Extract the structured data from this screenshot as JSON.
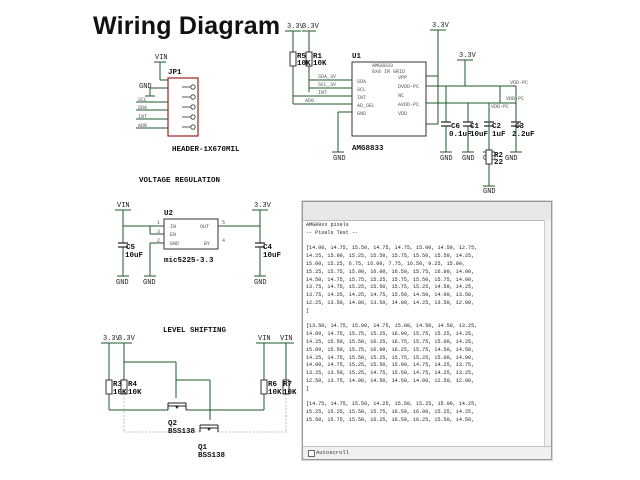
{
  "title": "Wiring Diagram",
  "sections": {
    "voltage_regulation": "VOLTAGE REGULATION",
    "level_shifting": "LEVEL SHIFTING"
  },
  "header": {
    "ref": "JP1",
    "part": "HEADER-1X670MIL",
    "vin": "VIN",
    "gnd": "GND",
    "pins": [
      "SCL",
      "SDA",
      "INT",
      "ADR"
    ]
  },
  "sensor": {
    "ref": "U1",
    "part": "AMG8833",
    "chip_name": "AMG8833",
    "chip_sub": "8x8 IR GRID",
    "left_pins": [
      "SDA",
      "SCL",
      "INT",
      "AD_SEL",
      "GND"
    ],
    "right_pins": [
      "VPP",
      "DVDD-PC",
      "NC",
      "AVDD-PC",
      "VDD"
    ],
    "left_nets": [
      "SDA_3V",
      "SCL_3V",
      "INT",
      "AD0"
    ],
    "supply_top": "3.3V",
    "gnd": "GND",
    "vdd_pc_1": "VDD-PC",
    "vdd_pc_2": "VDD-PC"
  },
  "pullups": [
    {
      "ref": "R5",
      "value": "10K",
      "rail": "3.3V"
    },
    {
      "ref": "R1",
      "value": "10K",
      "rail": "3.3V"
    }
  ],
  "decoupling": [
    {
      "ref": "C6",
      "value": "0.1uF",
      "gnd": "GND"
    },
    {
      "ref": "C1",
      "value": "10uF",
      "gnd": "GND"
    },
    {
      "ref": "C2",
      "value": "1uF",
      "gnd": "GND"
    },
    {
      "ref": "C3",
      "value": "2.2uF",
      "gnd": "GND"
    }
  ],
  "r2": {
    "ref": "R2",
    "value": "22",
    "rail": "3.3V",
    "gnd": "GND"
  },
  "regulator": {
    "ref": "U2",
    "part": "mic5225-3.3",
    "pins_left": [
      "IN",
      "EN",
      "GND"
    ],
    "pins_right": [
      "OUT",
      "BY"
    ],
    "pin_nums": [
      "1",
      "3",
      "2",
      "5",
      "4"
    ],
    "vin": "VIN",
    "vout": "3.3V",
    "c_in": {
      "ref": "C5",
      "value": "10uF"
    },
    "c_out": {
      "ref": "C4",
      "value": "10uF"
    },
    "gnd": "GND"
  },
  "level_shift": {
    "left_rails": [
      "3.3V",
      "3.3V"
    ],
    "right_rails": [
      "VIN",
      "VIN"
    ],
    "r_left": [
      {
        "ref": "R3",
        "value": "10K"
      },
      {
        "ref": "R4",
        "value": "10K"
      }
    ],
    "r_right": [
      {
        "ref": "R6",
        "value": "10K"
      },
      {
        "ref": "R7",
        "value": "10K"
      }
    ],
    "q2": {
      "ref": "Q2",
      "part": "BSS138"
    },
    "q1": {
      "ref": "Q1",
      "part": "BSS138"
    }
  },
  "monitor": {
    "lines": [
      "AMG88xx pixels",
      "-- Pixels Test --",
      "",
      "[14.00, 14.75, 15.50, 14.75, 14.75, 15.00, 14.50, 12.75,",
      "14.25, 15.00, 15.25, 15.50, 15.75, 15.50, 15.50, 14.25,",
      "15.00, 15.25, 6.75, 16.00, 7.75, 16.50, 9.25, 15.00,",
      "15.25, 15.75, 15.00, 16.00, 16.50, 15.75, 16.00, 14.00,",
      "14.50, 14.75, 15.75, 15.25, 15.75, 15.50, 15.75, 14.00,",
      "13.75, 14.75, 15.25, 15.50, 15.75, 15.25, 14.50, 14.25,",
      "13.75, 14.25, 14.25, 14.75, 15.50, 14.50, 14.00, 13.50,",
      "12.25, 13.50, 14.00, 13.50, 14.00, 14.25, 13.50, 12.00,",
      "]",
      "",
      "[13.50, 14.75, 15.00, 14.75, 15.00, 14.50, 14.50, 13.25,",
      "14.00, 14.75, 15.75, 15.25, 16.00, 15.75, 15.25, 14.25,",
      "14.25, 15.50, 15.50, 16.25, 16.75, 15.75, 15.00, 14.25,",
      "15.00, 15.50, 15.75, 16.00, 16.25, 15.75, 14.50, 14.50,",
      "14.25, 14.75, 15.50, 15.25, 15.75, 15.25, 15.00, 14.00,",
      "14.00, 14.75, 15.25, 15.50, 15.00, 14.75, 14.25, 13.75,",
      "13.25, 13.50, 15.25, 14.75, 15.50, 14.75, 14.25, 13.25,",
      "12.50, 13.75, 14.00, 14.50, 14.50, 14.00, 12.50, 12.00,",
      "]",
      "",
      "[14.75, 14.75, 15.50, 14.25, 15.50, 15.25, 15.00, 14.25,",
      "15.25, 15.25, 15.50, 15.75, 16.50, 16.00, 15.25, 14.25,",
      "15.50, 15.75, 15.50, 16.25, 16.50, 16.25, 15.50, 14.50,"
    ],
    "autoscroll": "Autoscroll"
  }
}
